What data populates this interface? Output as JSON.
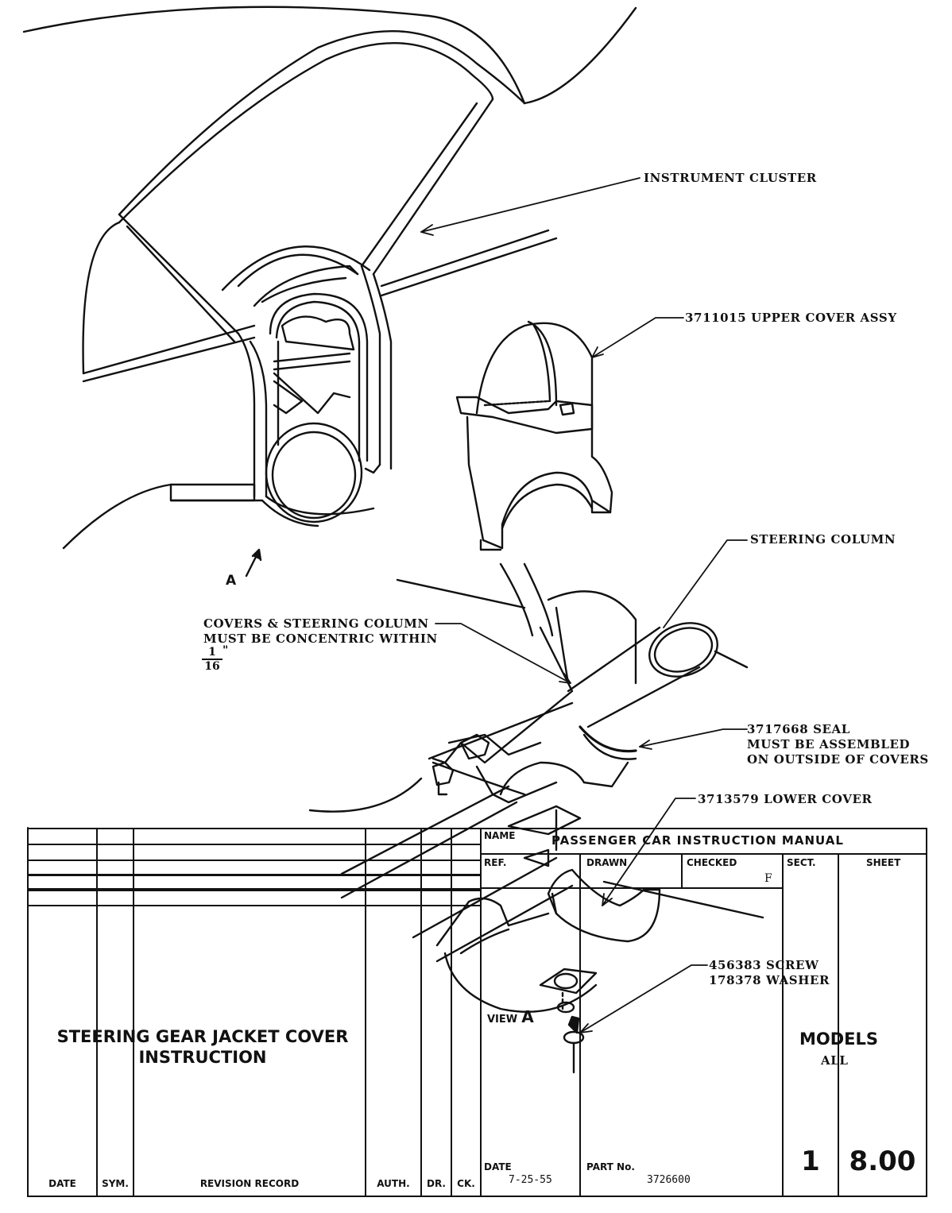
{
  "labels": {
    "instrument_cluster": "INSTRUMENT CLUSTER",
    "upper_cover": "3711015 UPPER COVER ASSY",
    "steering_column": "STEERING COLUMN",
    "covers_note_line1": "COVERS & STEERING COLUMN",
    "covers_note_line2": "MUST BE CONCENTRIC WITHIN",
    "fraction_num": "1",
    "fraction_den": "16",
    "fraction_unit": "\"",
    "seal_line1": "3717668 SEAL",
    "seal_line2": "MUST BE ASSEMBLED",
    "seal_line3": "ON OUTSIDE OF COVERS",
    "lower_cover": "3713579 LOWER COVER",
    "screw": "456383 SCREW",
    "washer": "178378 WASHER",
    "view_arrow": "A",
    "view_a_prefix": "VIEW",
    "view_a_letter": "A"
  },
  "title": {
    "line1": "STEERING GEAR JACKET COVER",
    "line2": "INSTRUCTION"
  },
  "models": {
    "heading": "MODELS",
    "value": "ALL"
  },
  "revision_block": {
    "headers": [
      "DATE",
      "SYM.",
      "REVISION RECORD",
      "AUTH.",
      "DR.",
      "CK."
    ]
  },
  "title_block": {
    "name_label": "NAME",
    "name_value": "PASSENGER CAR INSTRUCTION MANUAL",
    "ref_label": "REF.",
    "drawn_label": "DRAWN",
    "checked_label": "CHECKED",
    "checked_value": "F",
    "sect_label": "SECT.",
    "sect_value": "1",
    "sheet_label": "SHEET",
    "sheet_value": "8.00",
    "date_label": "DATE",
    "date_value": "7-25-55",
    "part_label": "PART No.",
    "part_value": "3726600"
  }
}
